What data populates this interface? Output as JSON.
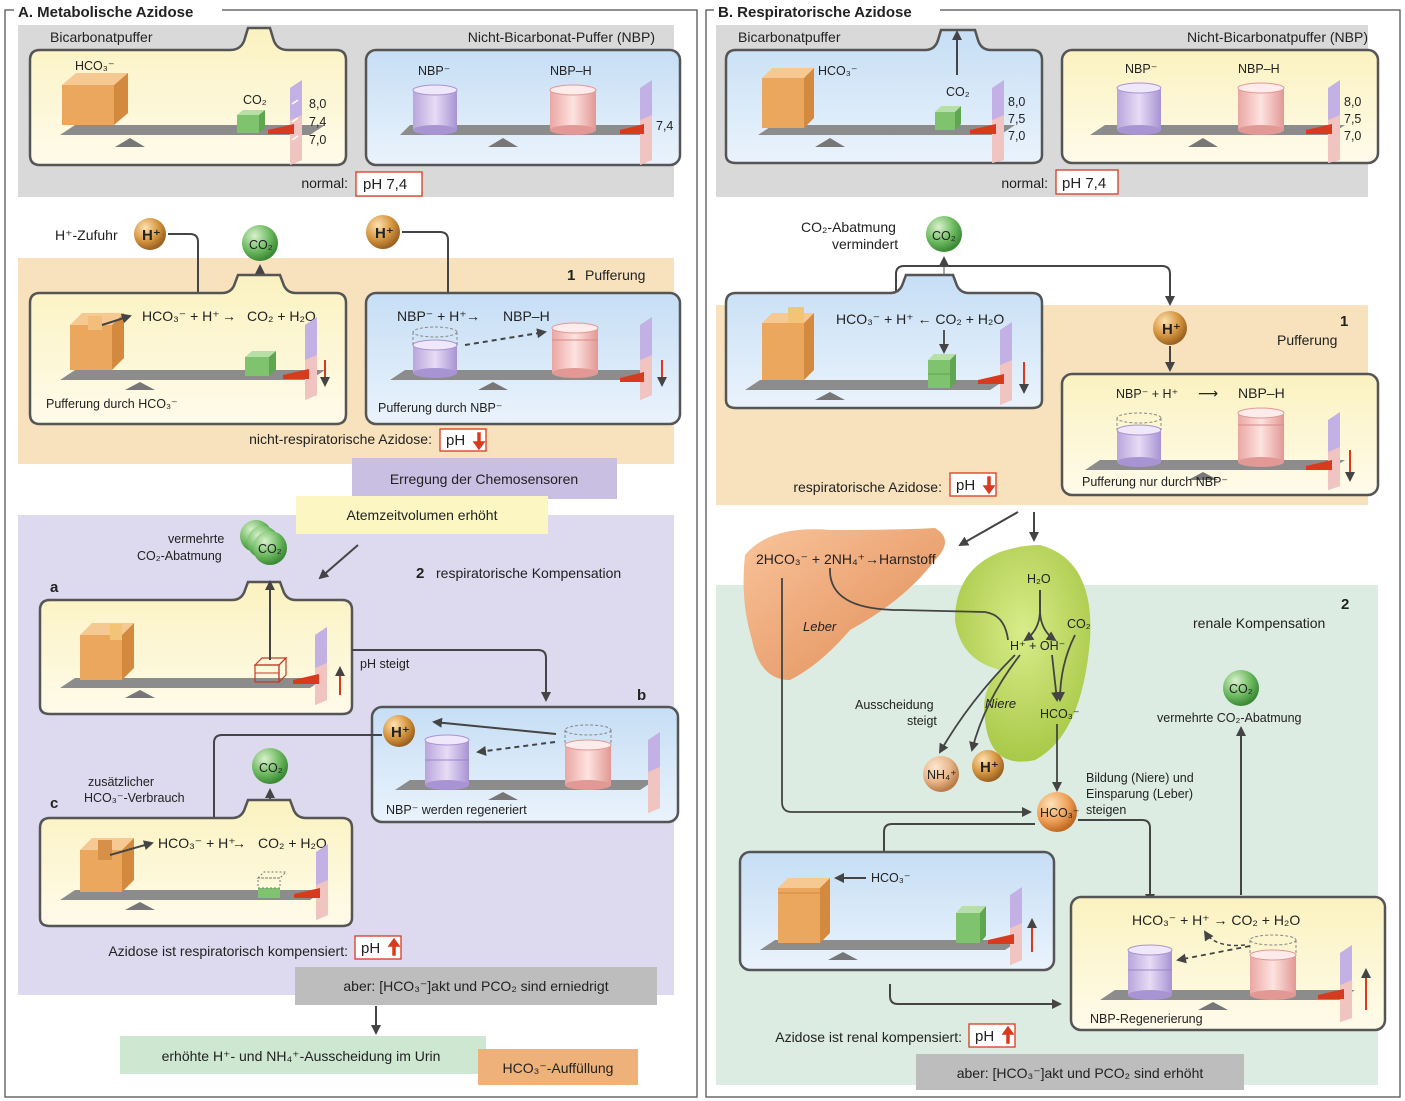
{
  "panel_a": {
    "title": "A. Metabolische Azidose",
    "normal": {
      "bicarbonat_title": "Bicarbonatpuffer",
      "nbp_title": "Nicht-Bicarbonat-Puffer (NBP)",
      "hco3": "HCO₃⁻",
      "co2": "CO₂",
      "nbp_minus": "NBP⁻",
      "nbp_h": "NBP–H",
      "scale_8": "8,0",
      "scale_74": "7,4",
      "scale_70": "7,0",
      "nbp_scale": "7,4",
      "normal_label": "normal:",
      "normal_ph": "pH 7,4"
    },
    "buffering": {
      "h_input_label": "H⁺-Zufuhr",
      "h": "H⁺",
      "co2": "CO₂",
      "step_number": "1",
      "step_title": "Pufferung",
      "reaction_left": "HCO₃⁻ + H⁺",
      "arrow": "→",
      "reaction_right": "CO₂ + H₂O",
      "caption_left": "Pufferung durch HCO₃⁻",
      "nbp_reaction_left": "NBP⁻ + H⁺",
      "nbp_reaction_right": "NBP–H",
      "caption_right": "Pufferung durch NBP⁻",
      "result_label": "nicht-respiratorische Azidose:",
      "result_ph": "pH"
    },
    "chemo": "Erregung der Chemosensoren",
    "atem": "Atemzeitvolumen erhöht",
    "compensation": {
      "co2_more_label_1": "vermehrte",
      "co2_more_label_2": "CO₂-Abatmung",
      "co2": "CO₂",
      "step_number": "2",
      "step_title": "respiratorische Kompensation",
      "a": "a",
      "b": "b",
      "c": "c",
      "ph_rises": "pH steigt",
      "h": "H⁺",
      "nbp_regen": "NBP⁻ werden regeneriert",
      "extra_label_1": "zusätzlicher",
      "extra_label_2": "HCO₃⁻-Verbrauch",
      "reaction_left": "HCO₃⁻ + H⁺",
      "arrow": "→",
      "reaction_right": "CO₂ + H₂O",
      "result_label": "Azidose ist respiratorisch kompensiert:",
      "result_ph": "pH",
      "but": "aber: [HCO₃⁻]akt und PCO₂ sind erniedrigt"
    },
    "urine": "erhöhte H⁺- und NH₄⁺-Ausscheidung im Urin",
    "refill": "HCO₃⁻-Auffüllung"
  },
  "panel_b": {
    "title": "B. Respiratorische Azidose",
    "normal": {
      "bicarbonat_title": "Bicarbonatpuffer",
      "nbp_title": "Nicht-Bicarbonatpuffer (NBP)",
      "hco3": "HCO₃⁻",
      "co2": "CO₂",
      "nbp_minus": "NBP⁻",
      "nbp_h": "NBP–H",
      "scale_8": "8,0",
      "scale_75": "7,5",
      "scale_70": "7,0",
      "normal_label": "normal:",
      "normal_ph": "pH 7,4"
    },
    "buffering": {
      "co2_reduced_1": "CO₂-Abatmung",
      "co2_reduced_2": "vermindert",
      "co2": "CO₂",
      "reaction": "HCO₃⁻ + H⁺ ← CO₂ + H₂O",
      "h": "H⁺",
      "step_number": "1",
      "step_title": "Pufferung",
      "nbp_reaction_left": "NBP⁻ + H⁺",
      "nbp_arrow": "⟶",
      "nbp_reaction_right": "NBP–H",
      "caption": "Pufferung nur durch NBP⁻",
      "result_label": "respiratorische Azidose:",
      "result_ph": "pH"
    },
    "renal": {
      "liver_reaction": "2HCO₃⁻ + 2NH₄⁺→Harnstoff",
      "liver": "Leber",
      "h2o": "H₂O",
      "co2": "CO₂",
      "h_oh": "H⁺ + OH⁻",
      "niere": "Niere",
      "hco3": "HCO₃⁻",
      "excretion_1": "Ausscheidung",
      "excretion_2": "steigt",
      "nh4": "NH₄⁺",
      "h": "H⁺",
      "step_number": "2",
      "step_title": "renale Kompensation",
      "co2_ball": "CO₂",
      "co2_more": "vermehrte CO₂-Abatmung",
      "formation_1": "Bildung (Niere) und",
      "formation_2": "Einsparung (Leber)",
      "formation_3": "steigen",
      "hco3_ball": "HCO₃⁻",
      "hco3_in": "HCO₃⁻",
      "reaction": "HCO₃⁻ + H⁺ → CO₂ + H₂O",
      "nbp_regen": "NBP-Regenerierung",
      "result_label": "Azidose ist renal kompensiert:",
      "result_ph": "pH",
      "but": "aber: [HCO₃⁻]akt und PCO₂ sind erhöht"
    }
  },
  "colors": {
    "orange_panel": "#f7e2bd",
    "purple_panel": "#ddd9ee",
    "green_panel": "#dcece3",
    "gray_panel": "#d9d9d9",
    "cream_box": "#fdf8d8",
    "blue_box": "#dcebf8",
    "red_accent": "#d83a1e",
    "hco3_orange": "#eba75e",
    "co2_green": "#7fc36e",
    "nbp_purple": "#c8b8e4",
    "nbph_pink": "#f3c4c0"
  }
}
